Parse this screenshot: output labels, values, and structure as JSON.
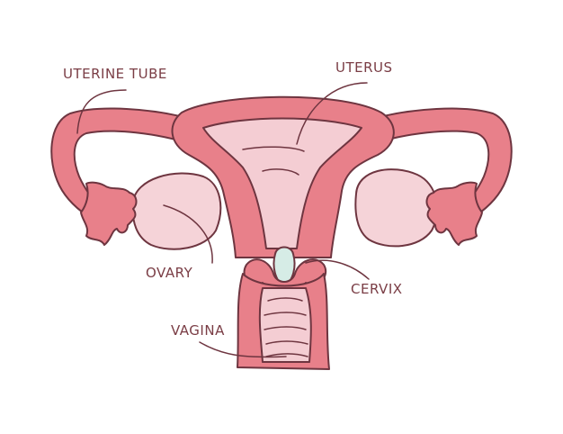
{
  "labels": {
    "uterine_tube": "UTERINE TUBE",
    "uterus": "UTERUS",
    "ovary": "OVARY",
    "cervix": "CERVIX",
    "vagina": "VAGINA"
  },
  "colors": {
    "outline": "#6e3540",
    "tissue": "#e8808a",
    "inner": "#f4cdd3",
    "ovary": "#f5d3d8",
    "cavity": "#d6ece6",
    "label_text": "#7a3d45"
  }
}
